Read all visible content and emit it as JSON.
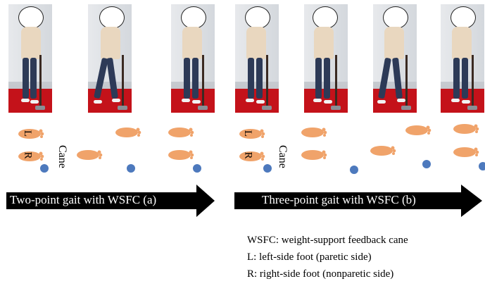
{
  "labels": {
    "cane_left": "Cane",
    "cane_right": "Cane",
    "foot_L_left": "L",
    "foot_R_left": "R",
    "foot_L_right": "L",
    "foot_R_right": "R"
  },
  "arrows": {
    "left": "Two-point gait with WSFC (a)",
    "right": "Three-point gait with WSFC (b)"
  },
  "legend": {
    "line1": "WSFC: weight-support feedback cane",
    "line2": "L: left-side foot (paretic side)",
    "line3": "R: right-side foot (nonparetic side)"
  },
  "colors": {
    "foot": "#f0a36a",
    "cane_dot": "#4d79bd",
    "arrow": "#000000",
    "floor": "#c4121a"
  }
}
